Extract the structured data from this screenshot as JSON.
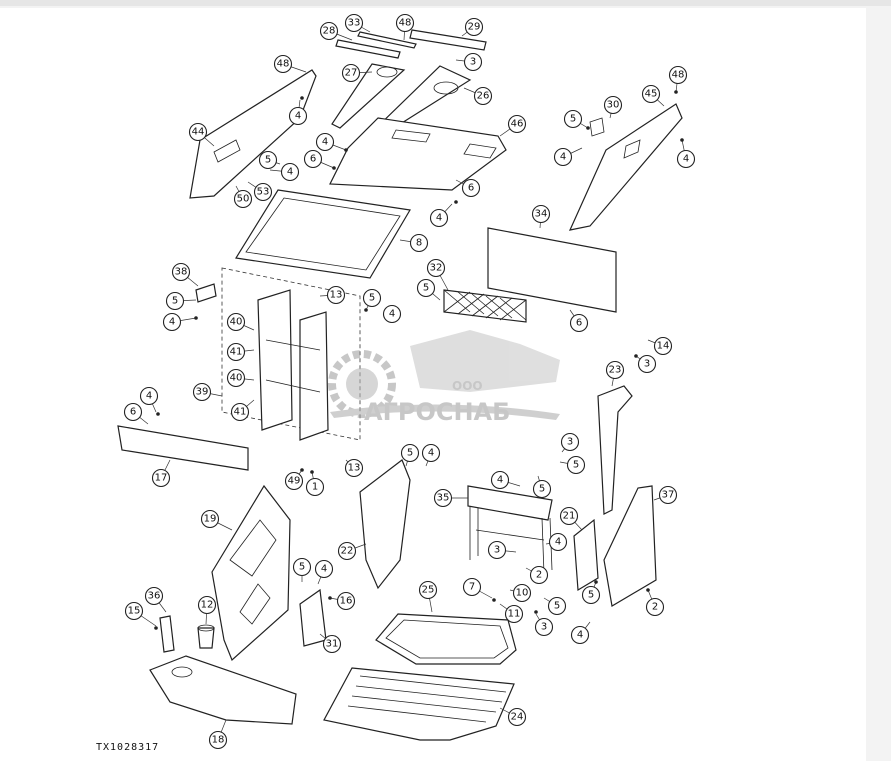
{
  "figure_code": "TX1028317",
  "watermark": {
    "prefix": "ООО",
    "name": "АГРОСНАБ"
  },
  "callouts": [
    "48",
    "28",
    "33",
    "48",
    "29",
    "3",
    "27",
    "26",
    "4",
    "44",
    "5",
    "4",
    "53",
    "50",
    "4",
    "6",
    "46",
    "6",
    "4",
    "8",
    "5",
    "30",
    "48",
    "45",
    "4",
    "4",
    "34",
    "38",
    "5",
    "4",
    "13",
    "5",
    "4",
    "32",
    "5",
    "6",
    "40",
    "41",
    "40",
    "41",
    "39",
    "14",
    "3",
    "23",
    "4",
    "6",
    "17",
    "3",
    "5",
    "4",
    "5",
    "4",
    "5",
    "13",
    "49",
    "1",
    "35",
    "37",
    "19",
    "22",
    "21",
    "3",
    "4",
    "2",
    "5",
    "4",
    "7",
    "10",
    "11",
    "2",
    "5",
    "3",
    "5",
    "2",
    "4",
    "25",
    "16",
    "31",
    "36",
    "12",
    "15",
    "24",
    "18"
  ]
}
